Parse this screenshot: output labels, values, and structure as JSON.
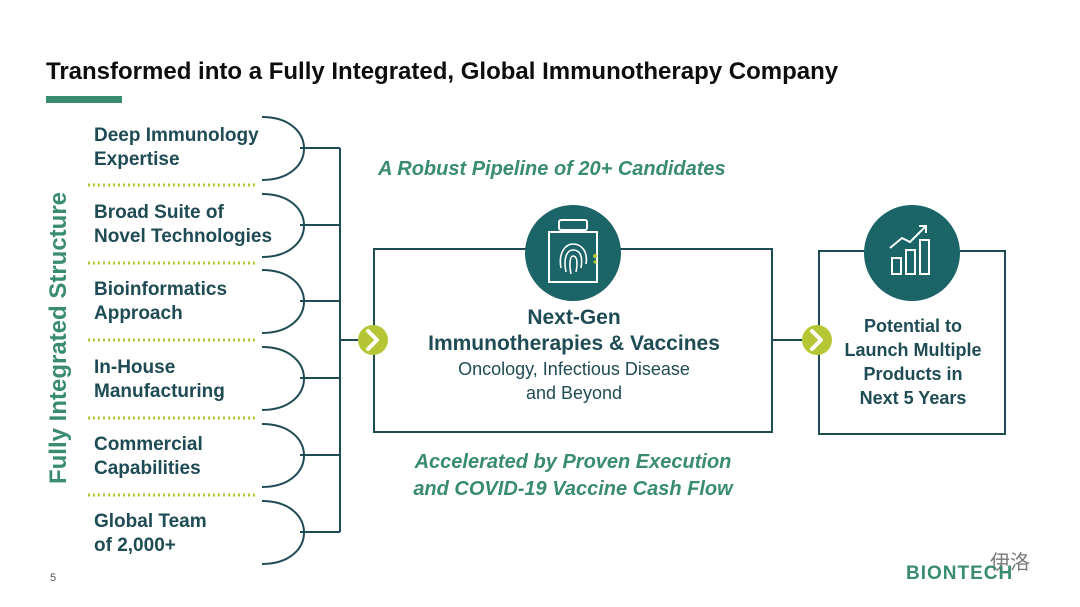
{
  "header": {
    "title": "Transformed into a Fully Integrated, Global Immunotherapy Company"
  },
  "structure_label": "Fully Integrated Structure",
  "pillars": [
    {
      "line1": "Deep Immunology",
      "line2": "Expertise"
    },
    {
      "line1": "Broad Suite of",
      "line2": "Novel Technologies"
    },
    {
      "line1": "Bioinformatics",
      "line2": "Approach"
    },
    {
      "line1": "In-House",
      "line2": "Manufacturing"
    },
    {
      "line1": "Commercial",
      "line2": "Capabilities"
    },
    {
      "line1": "Global Team",
      "line2": "of 2,000+"
    }
  ],
  "pipeline_tagline": "A Robust Pipeline of 20+ Candidates",
  "center": {
    "title_line1": "Next-Gen",
    "title_line2": "Immunotherapies & Vaccines",
    "sub_line1": "Oncology, Infectious Disease",
    "sub_line2": "and Beyond"
  },
  "bottom_tagline": {
    "line1": "Accelerated by Proven Execution",
    "line2": "and COVID-19 Vaccine Cash Flow"
  },
  "right_box": {
    "line1": "Potential to",
    "line2": "Launch Multiple",
    "line3": "Products in",
    "line4": "Next 5 Years"
  },
  "footer": {
    "page_number": "5",
    "logo": "BIONTECH",
    "watermark": "伊洛"
  },
  "colors": {
    "teal_dark": "#1e4b54",
    "green": "#3a8c6e",
    "lime": "#b5c634",
    "circle": "#1b6468"
  },
  "icons": {
    "center": "fingerprint-vial-icon",
    "right": "growth-chart-icon",
    "arrows": "chevron-right-icon"
  }
}
